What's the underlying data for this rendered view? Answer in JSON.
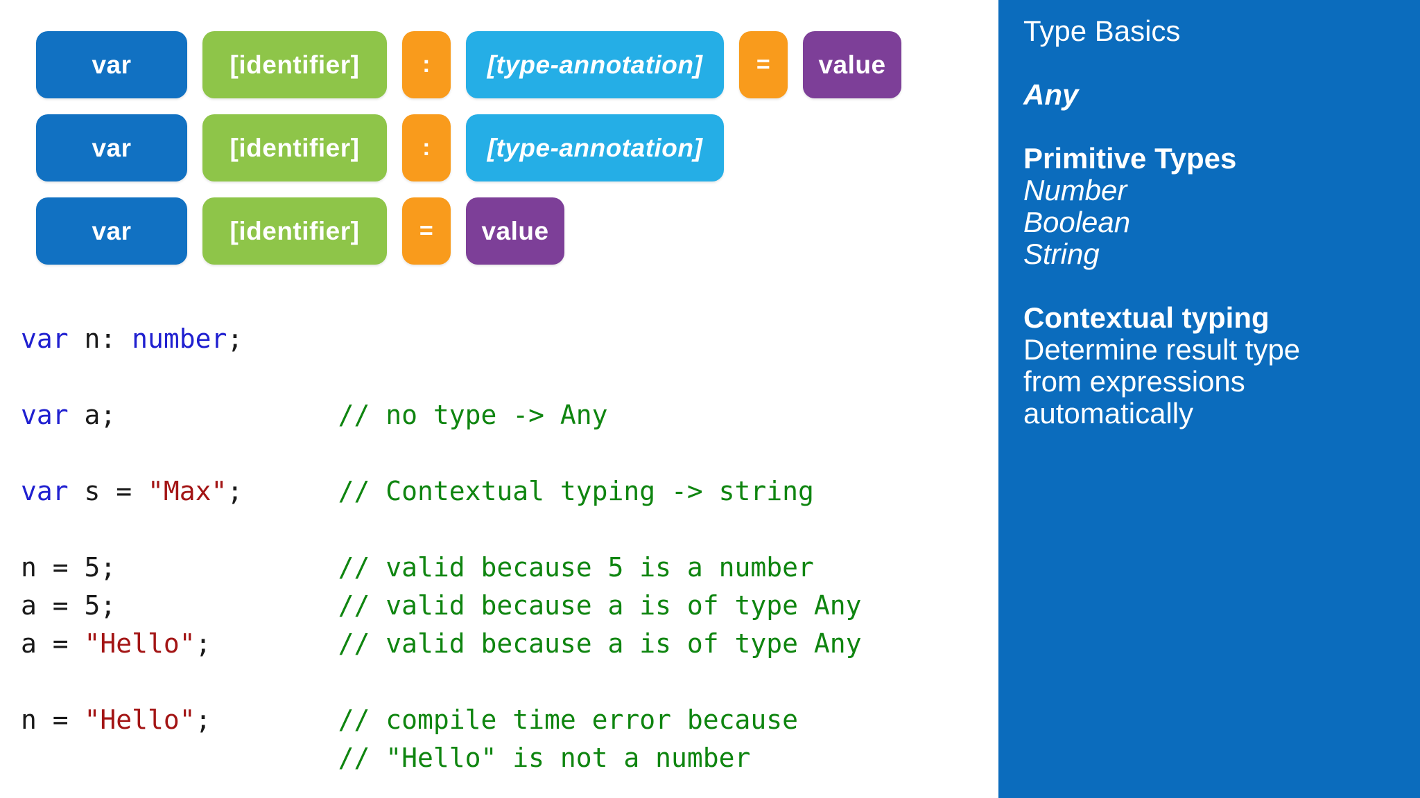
{
  "slide": {
    "background": "#ffffff"
  },
  "diagram": {
    "colors": {
      "var": "#1171c2",
      "identifier": "#8ec549",
      "operator": "#f99b1c",
      "type": "#25aee6",
      "value": "#7d3f98"
    },
    "rows": [
      [
        {
          "label": "var",
          "kind": "var"
        },
        {
          "label": "[identifier]",
          "kind": "identifier"
        },
        {
          "label": ":",
          "kind": "operator"
        },
        {
          "label": "[type-annotation]",
          "kind": "type"
        },
        {
          "label": "=",
          "kind": "operator"
        },
        {
          "label": "value",
          "kind": "value"
        }
      ],
      [
        {
          "label": "var",
          "kind": "var"
        },
        {
          "label": "[identifier]",
          "kind": "identifier"
        },
        {
          "label": ":",
          "kind": "operator"
        },
        {
          "label": "[type-annotation]",
          "kind": "type"
        }
      ],
      [
        {
          "label": "var",
          "kind": "var"
        },
        {
          "label": "[identifier]",
          "kind": "identifier"
        },
        {
          "label": "=",
          "kind": "operator"
        },
        {
          "label": "value",
          "kind": "value"
        }
      ]
    ]
  },
  "code": {
    "colors": {
      "keyword": "#2020d0",
      "plain": "#1a1a1a",
      "string": "#a31515",
      "comment": "#0f8510"
    },
    "lines": [
      [
        {
          "t": "var",
          "c": "keyword"
        },
        {
          "t": " n: ",
          "c": "plain"
        },
        {
          "t": "number",
          "c": "keyword"
        },
        {
          "t": ";",
          "c": "plain"
        }
      ],
      [],
      [
        {
          "t": "var",
          "c": "keyword"
        },
        {
          "t": " a;",
          "c": "plain"
        },
        {
          "t": "              ",
          "c": "plain"
        },
        {
          "t": "// no type -> Any",
          "c": "comment"
        }
      ],
      [],
      [
        {
          "t": "var",
          "c": "keyword"
        },
        {
          "t": " s = ",
          "c": "plain"
        },
        {
          "t": "\"Max\"",
          "c": "string"
        },
        {
          "t": ";",
          "c": "plain"
        },
        {
          "t": "      ",
          "c": "plain"
        },
        {
          "t": "// Contextual typing -> string",
          "c": "comment"
        }
      ],
      [],
      [
        {
          "t": "n = 5;",
          "c": "plain"
        },
        {
          "t": "              ",
          "c": "plain"
        },
        {
          "t": "// valid because 5 is a number",
          "c": "comment"
        }
      ],
      [
        {
          "t": "a = 5;",
          "c": "plain"
        },
        {
          "t": "              ",
          "c": "plain"
        },
        {
          "t": "// valid because a is of type Any",
          "c": "comment"
        }
      ],
      [
        {
          "t": "a = ",
          "c": "plain"
        },
        {
          "t": "\"Hello\"",
          "c": "string"
        },
        {
          "t": ";",
          "c": "plain"
        },
        {
          "t": "        ",
          "c": "plain"
        },
        {
          "t": "// valid because a is of type Any",
          "c": "comment"
        }
      ],
      [],
      [
        {
          "t": "n = ",
          "c": "plain"
        },
        {
          "t": "\"Hello\"",
          "c": "string"
        },
        {
          "t": ";",
          "c": "plain"
        },
        {
          "t": "        ",
          "c": "plain"
        },
        {
          "t": "// compile time error because",
          "c": "comment"
        }
      ],
      [
        {
          "t": "                    ",
          "c": "plain"
        },
        {
          "t": "// \"Hello\" is not a number",
          "c": "comment"
        }
      ]
    ]
  },
  "sidebar": {
    "background": "#0b6cbd",
    "text_color": "#ffffff",
    "items": [
      {
        "text": "Type Basics",
        "style": "title"
      },
      {
        "text": "Any",
        "style": "emphasis"
      },
      {
        "text": "Primitive Types",
        "style": "heading"
      },
      {
        "text": "Number",
        "style": "italic"
      },
      {
        "text": "Boolean",
        "style": "italic"
      },
      {
        "text": "String",
        "style": "italic"
      },
      {
        "text": "Contextual typing",
        "style": "heading"
      },
      {
        "text": "Determine result type",
        "style": "body"
      },
      {
        "text": "from expressions",
        "style": "body"
      },
      {
        "text": "automatically",
        "style": "body"
      }
    ]
  }
}
